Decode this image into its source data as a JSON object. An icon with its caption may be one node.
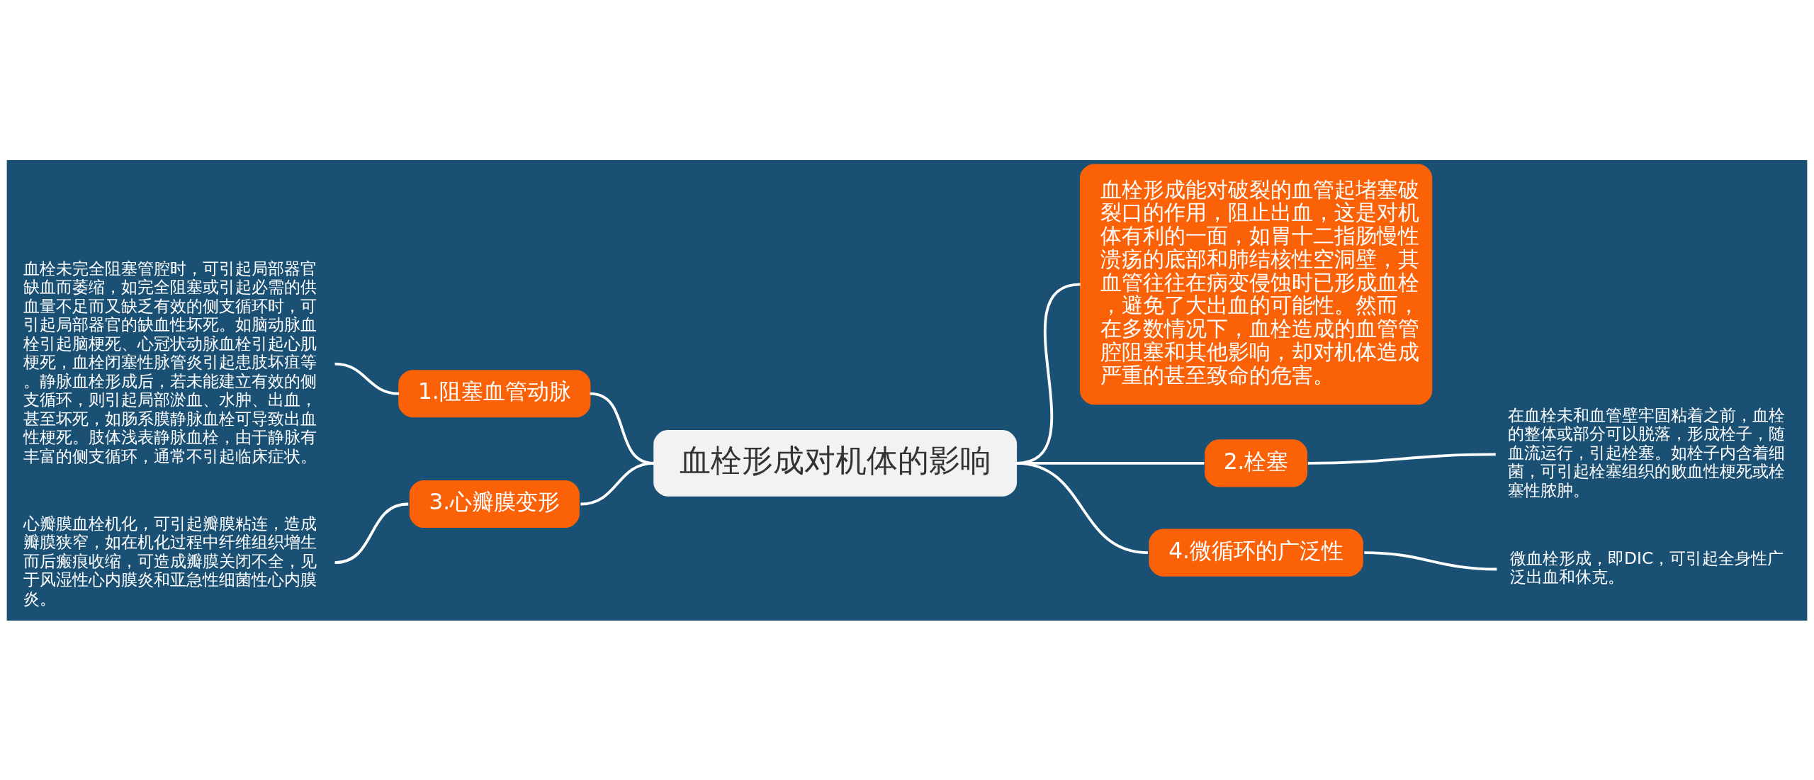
{
  "diagram": {
    "nodes": [
      {
        "text": [
          "血栓形成对机体的影响"
        ]
      },
      {
        "text": [
          "1.阻塞血管动脉"
        ]
      },
      {
        "text": [
          "血栓未完全阻塞管腔时，可引起局部器官缺血而萎缩，如完全阻塞或引起必需的供血量不足而又缺乏有效的侧支循环时，可引起局部器官的缺血性坏死。如脑动脉血栓引起脑梗死、心冠状动脉血栓引起心肌梗死，血栓闭塞性脉管炎引起患肢坏疽等。静脉血栓形成后，若未能建立有效的侧支循环，则引起局部淤血、水肿、出血，甚至坏死，如肠系膜静脉血栓可导致出血性梗死。肢体浅表静脉血栓，由于静脉有丰富的侧支循环，通常不引起临床症状。"
        ]
      },
      {
        "text": [
          "3.心瓣膜变形"
        ]
      },
      {
        "text": [
          "心瓣膜血栓机化，可引起瓣膜粘连，造成瓣膜狭窄，如在机化过程中纤维组织增生而后瘢痕收缩，可造成瓣膜关闭不全，见于风湿性心内膜炎和亚急性细菌性心内膜炎。"
        ]
      },
      {
        "text": [
          "血栓形成能对破裂的血管起堵塞破裂口的作用，阻止出血，这是对机体有利的一面，如胃十二指肠慢性溃疡的底部和肺结核性空洞壁，其血管往往在病变侵蚀时已形成血栓，避免了大出血的可能性。然而，在多数情况下，血栓造成的血管管腔阻塞和其他影响，却对机体造成严重的甚至致命的危害。"
        ]
      },
      {
        "text": [
          "2.栓塞"
        ]
      },
      {
        "text": [
          "在血栓未和血管壁牢固粘着之前，血栓的整体或部分可以脱落，形成栓子，随血流运行，引起栓塞。如栓子内含着细菌，可引起栓塞组织的败血性梗死或栓塞性脓肿。"
        ]
      },
      {
        "text": [
          "4.微循环的广泛性"
        ]
      },
      {
        "text": [
          "微血栓形成，即DIC，可引起全身性广泛出血和休克。"
        ]
      }
    ],
    "edges": [
      {
        "from": 2,
        "to": 1,
        "arrow": "none"
      },
      {
        "from": 1,
        "to": 0,
        "arrow": "none"
      },
      {
        "from": 4,
        "to": 3,
        "arrow": "none"
      },
      {
        "from": 3,
        "to": 0,
        "arrow": "none"
      },
      {
        "from": 0,
        "to": 5,
        "arrow": "none"
      },
      {
        "from": 0,
        "to": 6,
        "arrow": "none"
      },
      {
        "from": 6,
        "to": 7,
        "arrow": "none"
      },
      {
        "from": 0,
        "to": 8,
        "arrow": "none"
      },
      {
        "from": 8,
        "to": 9,
        "arrow": "none"
      }
    ]
  }
}
